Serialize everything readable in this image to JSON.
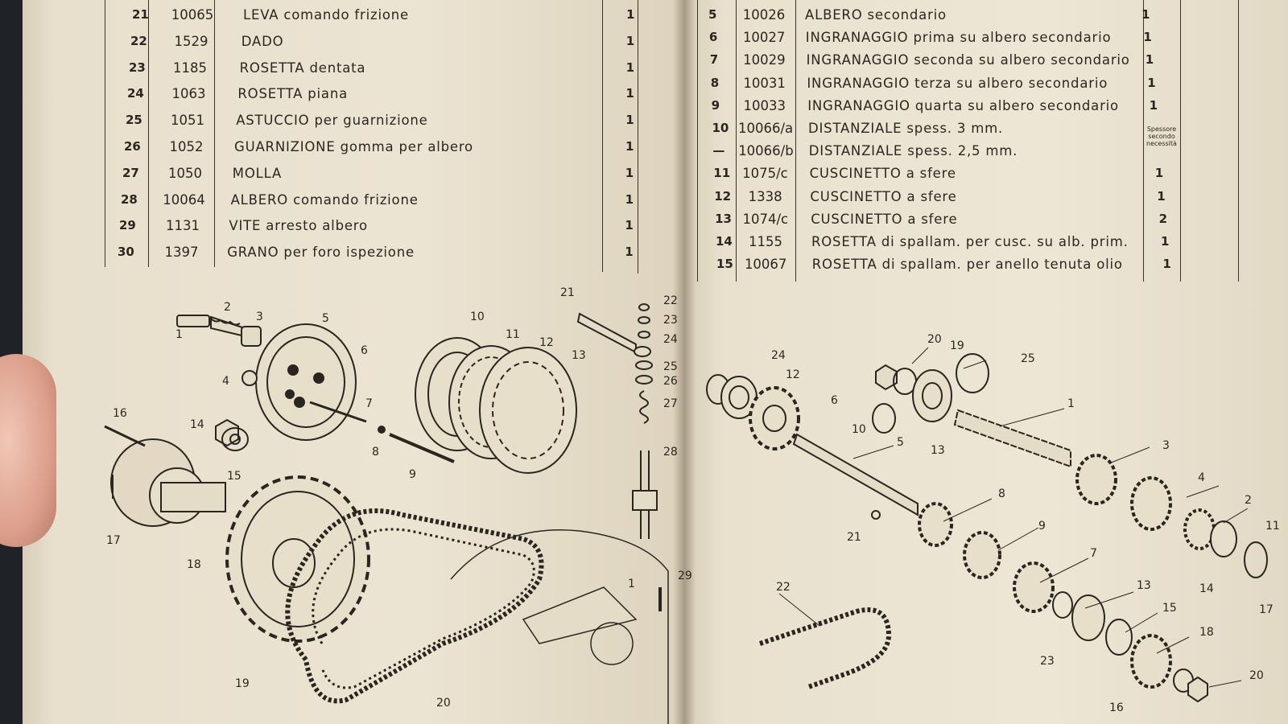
{
  "left_table": {
    "rows": [
      {
        "no": "21",
        "code": "10065",
        "desc": "LEVA comando frizione",
        "qty": "1"
      },
      {
        "no": "22",
        "code": "1529",
        "desc": "DADO",
        "qty": "1"
      },
      {
        "no": "23",
        "code": "1185",
        "desc": "ROSETTA dentata",
        "qty": "1"
      },
      {
        "no": "24",
        "code": "1063",
        "desc": "ROSETTA piana",
        "qty": "1"
      },
      {
        "no": "25",
        "code": "1051",
        "desc": "ASTUCCIO per guarnizione",
        "qty": "1"
      },
      {
        "no": "26",
        "code": "1052",
        "desc": "GUARNIZIONE gomma per albero",
        "qty": "1"
      },
      {
        "no": "27",
        "code": "1050",
        "desc": "MOLLA",
        "qty": "1"
      },
      {
        "no": "28",
        "code": "10064",
        "desc": "ALBERO comando frizione",
        "qty": "1"
      },
      {
        "no": "29",
        "code": "1131",
        "desc": "VITE arresto albero",
        "qty": "1"
      },
      {
        "no": "30",
        "code": "1397",
        "desc": "GRANO per foro ispezione",
        "qty": "1"
      }
    ]
  },
  "right_table": {
    "rows": [
      {
        "no": "5",
        "code": "10026",
        "desc": "ALBERO secondario",
        "qty": "1"
      },
      {
        "no": "6",
        "code": "10027",
        "desc": "INGRANAGGIO prima su albero secondario",
        "qty": "1"
      },
      {
        "no": "7",
        "code": "10029",
        "desc": "INGRANAGGIO seconda su albero secondario",
        "qty": "1"
      },
      {
        "no": "8",
        "code": "10031",
        "desc": "INGRANAGGIO terza su albero secondario",
        "qty": "1"
      },
      {
        "no": "9",
        "code": "10033",
        "desc": "INGRANAGGIO quarta su albero secondario",
        "qty": "1"
      },
      {
        "no": "10",
        "code": "10066/a",
        "desc": "DISTANZIALE spess. 3    mm.",
        "qty": ""
      },
      {
        "no": "—",
        "code": "10066/b",
        "desc": "DISTANZIALE spess. 2,5 mm.",
        "qty": ""
      },
      {
        "no": "11",
        "code": "1075/c",
        "desc": "CUSCINETTO a sfere",
        "qty": "1"
      },
      {
        "no": "12",
        "code": "1338",
        "desc": "CUSCINETTO a sfere",
        "qty": "1"
      },
      {
        "no": "13",
        "code": "1074/c",
        "desc": "CUSCINETTO a sfere",
        "qty": "2"
      },
      {
        "no": "14",
        "code": "1155",
        "desc": "ROSETTA di spallam. per cusc. su alb. prim.",
        "qty": "1"
      },
      {
        "no": "15",
        "code": "10067",
        "desc": "ROSETTA di spallam. per anello tenuta olio",
        "qty": "1"
      }
    ],
    "thickness_note": [
      "Spessore",
      "secondo",
      "necessità"
    ]
  },
  "left_diagram_labels": [
    "1",
    "2",
    "3",
    "4",
    "5",
    "6",
    "7",
    "8",
    "9",
    "10",
    "11",
    "12",
    "13",
    "14",
    "15",
    "16",
    "17",
    "18",
    "19",
    "20",
    "21",
    "22",
    "23",
    "24",
    "25",
    "26",
    "27",
    "28",
    "29",
    "1"
  ],
  "right_diagram_labels": [
    "24",
    "12",
    "6",
    "20",
    "19",
    "25",
    "1",
    "10",
    "13",
    "5",
    "3",
    "4",
    "2",
    "11",
    "8",
    "9",
    "21",
    "7",
    "13",
    "15",
    "18",
    "22",
    "23",
    "16",
    "14",
    "17",
    "20"
  ]
}
